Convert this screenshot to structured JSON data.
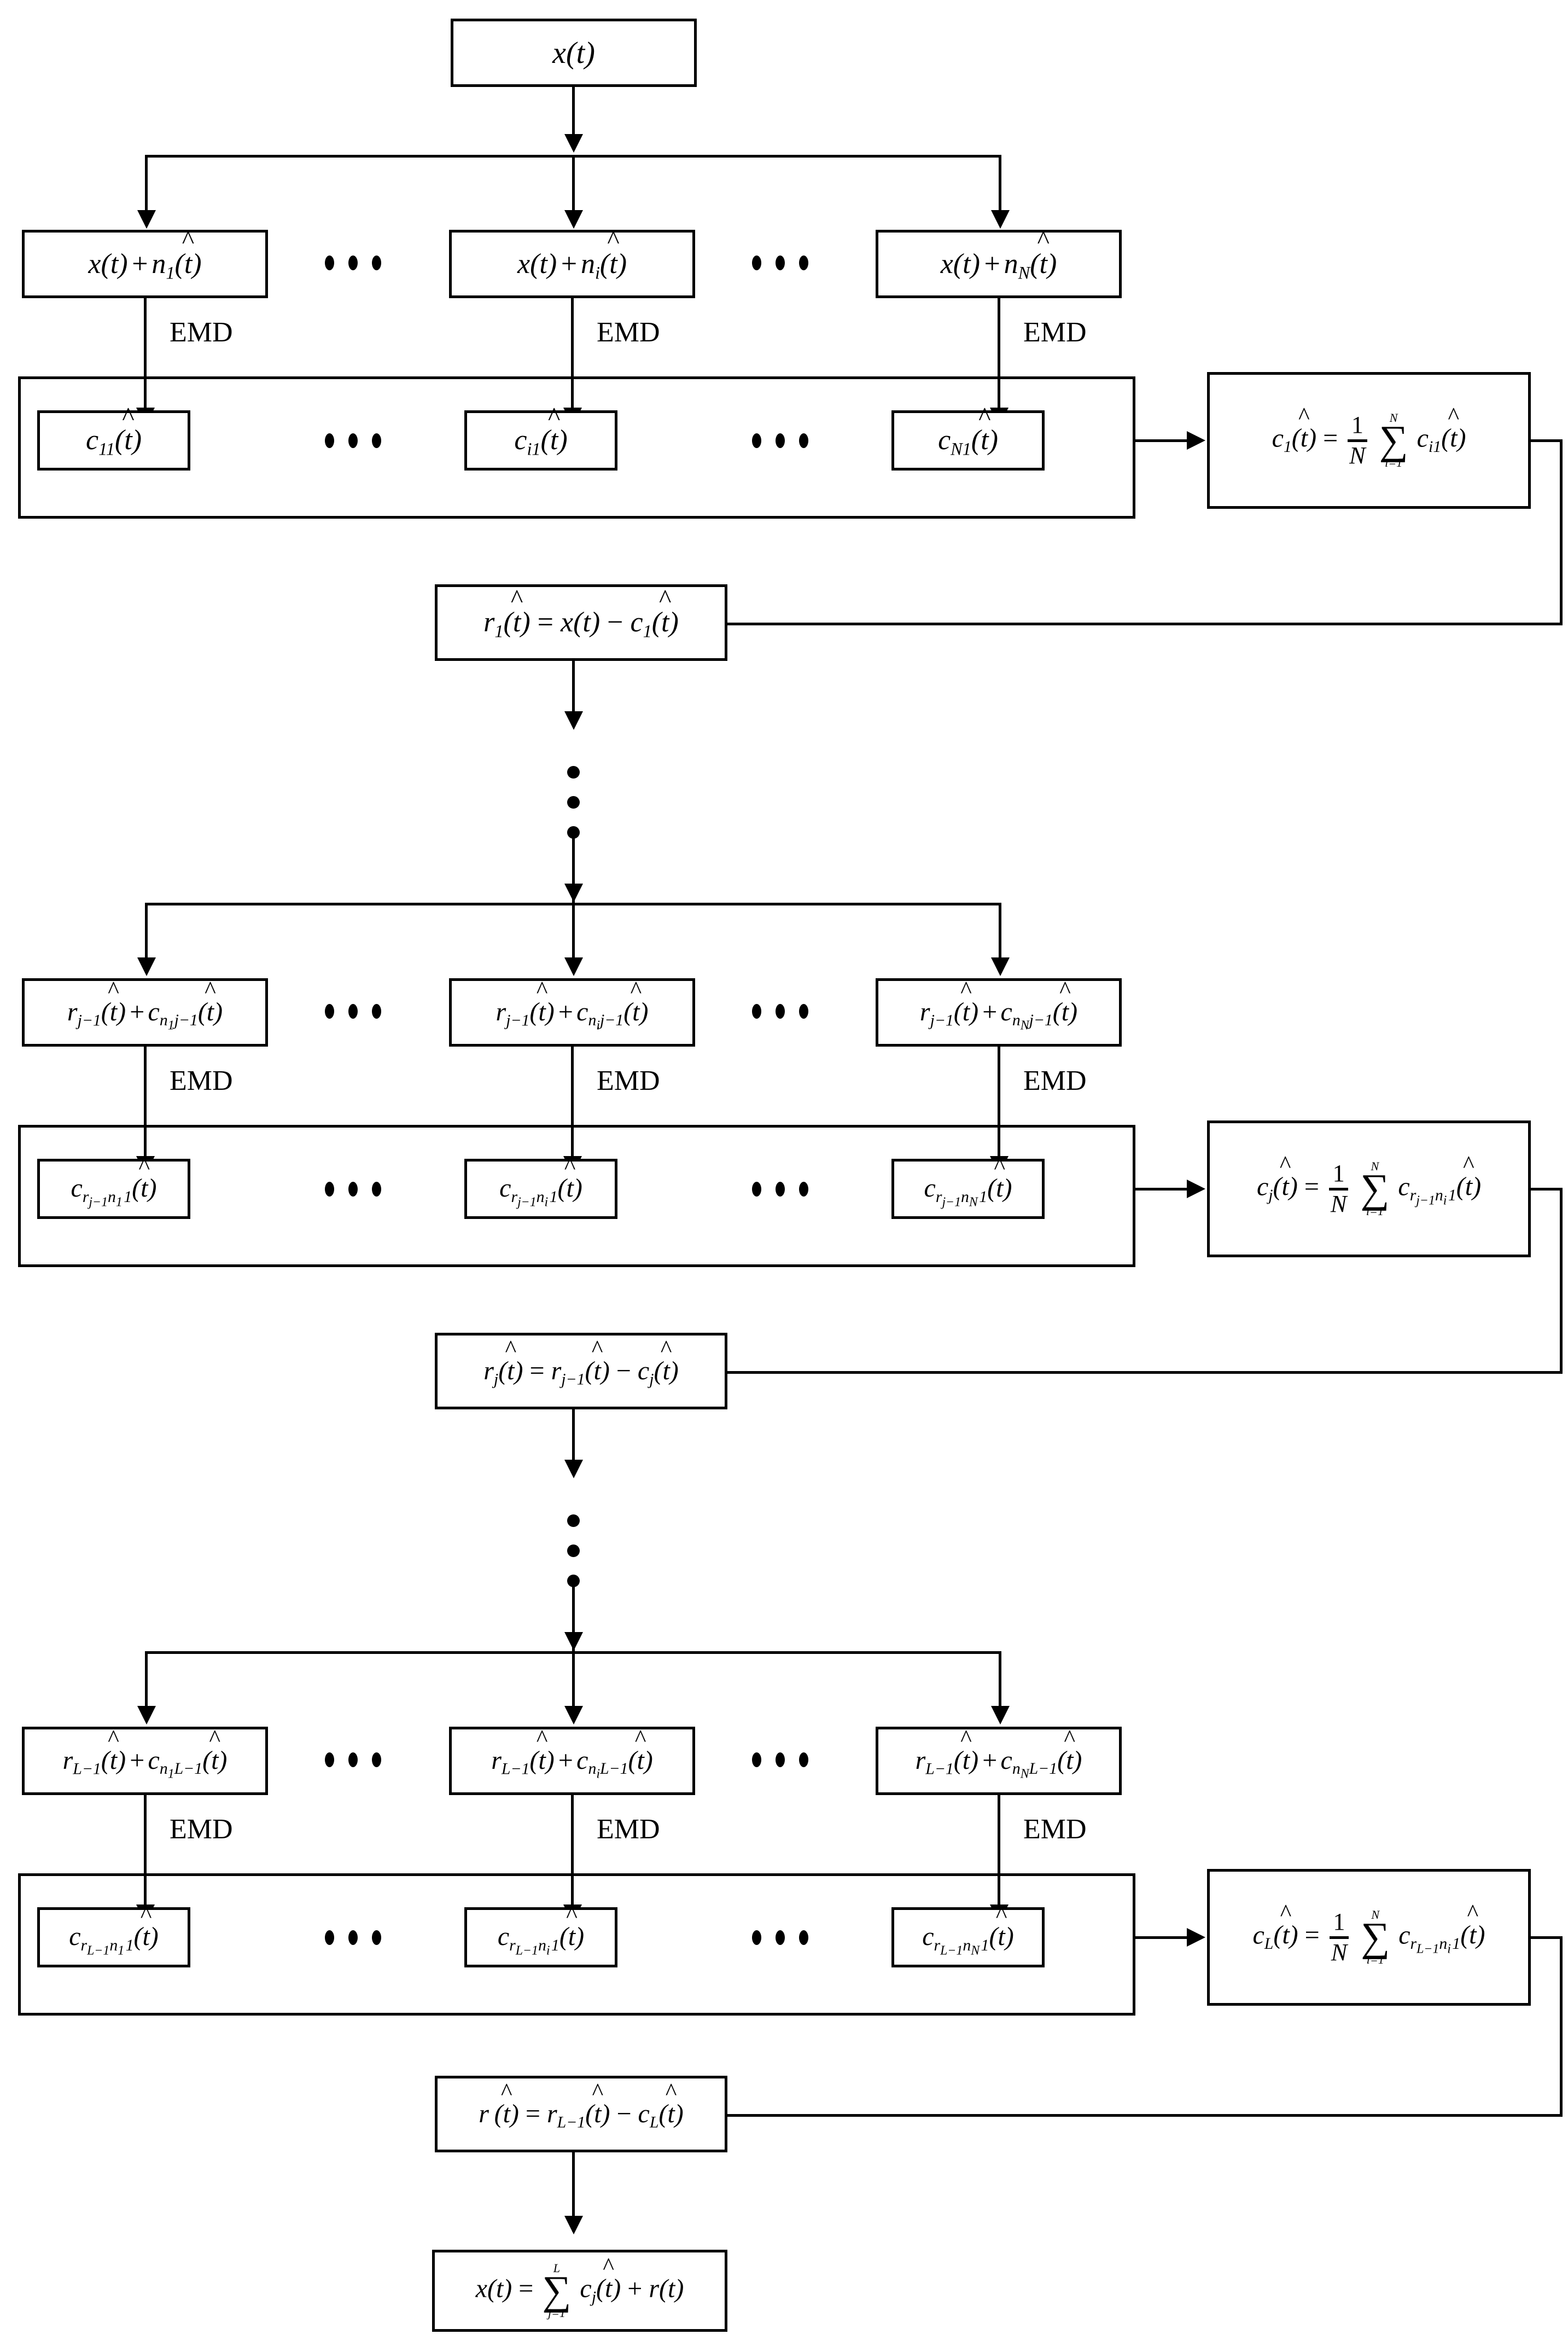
{
  "diagram": {
    "title": "CEEMDAN decomposition flowchart",
    "process_label": "EMD",
    "nodes": {
      "input_signal": "x(t)",
      "stage1": {
        "noisy_left": "x(t) + n1^(t)",
        "noisy_mid": "x(t) + ni^(t)",
        "noisy_right": "x(t) + nN^(t)",
        "imf_left": "c11^(t)",
        "imf_mid": "ci1^(t)",
        "imf_right": "cN1^(t)",
        "average": "c1^(t) = (1/N) SUM(i=1..N) ci1^(t)",
        "residual": "r1^(t) = x(t) - c1^(t)"
      },
      "stage_j": {
        "noisy_left": "rj-1^(t) + cn1 j-1^(t)",
        "noisy_mid": "rj-1^(t) + cni j-1^(t)",
        "noisy_right": "rj-1^(t) + cnN j-1^(t)",
        "imf_left": "crj-1 n1 1^(t)",
        "imf_mid": "crj-1 ni 1^(t)",
        "imf_right": "crj-1 nN 1^(t)",
        "average": "cj^(t) = (1/N) SUM(i=1..N) crj-1 ni 1^(t)",
        "residual": "rj^(t) = rj-1^(t) - cj^(t)"
      },
      "stage_L": {
        "noisy_left": "rL-1^(t) + cn1 L-1^(t)",
        "noisy_mid": "rL-1^(t) + cni L-1^(t)",
        "noisy_right": "rL-1^(t) + cnN L-1^(t)",
        "imf_left": "crL-1 n1 1^(t)",
        "imf_mid": "crL-1 ni 1^(t)",
        "imf_right": "crL-1 nN 1^(t)",
        "average": "cL^(t) = (1/N) SUM(i=1..N) crL-1 ni 1^(t)",
        "residual": "r^(t) = rL-1^(t) - cL^(t)"
      },
      "reconstruction": "x(t) = SUM(j=1..L) cj^(t) + r(t)"
    },
    "symbols": {
      "ellipsis_horizontal": "...",
      "ellipsis_vertical": "...",
      "hat": "^",
      "sum_upper": "N",
      "sum_lower": "i=1",
      "sum_upper_L": "L",
      "sum_lower_j": "j=1",
      "fraction_num": "1",
      "fraction_den": "N"
    },
    "colors": {
      "stroke": "#000000",
      "background": "#ffffff"
    }
  }
}
